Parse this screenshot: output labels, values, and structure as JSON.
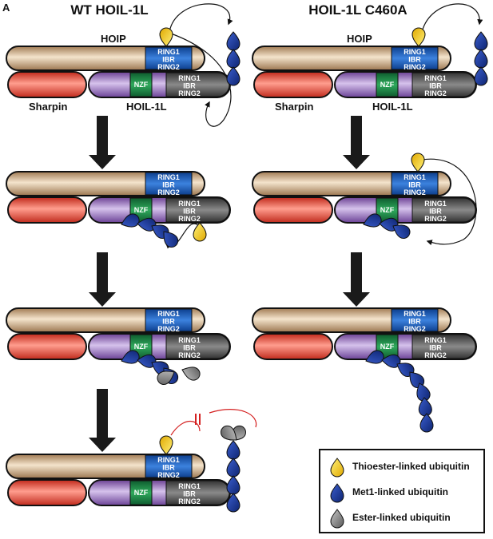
{
  "panel_letter": "A",
  "columns": {
    "wt": {
      "title": "WT HOIL-1L"
    },
    "mutant": {
      "title": "HOIL-1L C460A"
    }
  },
  "proteins": {
    "hoip": "HOIP",
    "sharpin": "Sharpin",
    "hoil": "HOIL-1L",
    "nzf": "NZF",
    "rbr": [
      "RING1",
      "IBR",
      "RING2"
    ]
  },
  "legend": {
    "thioester": "Thioester-linked ubiquitin",
    "met1": "Met1-linked ubiquitin",
    "ester": "Ester-linked ubiquitin"
  },
  "colors": {
    "hoip": "#d2b48c",
    "sharpin": "#e8412c",
    "hoil": "#8e62b8",
    "nzf": "#1e8a4a",
    "hoip_rbr": "#1a5db8",
    "hoil_rbr": "#555555",
    "thioester_ub": "#f5cf1a",
    "met1_ub": "#1a3a9c",
    "ester_ub": "#8c8c8c",
    "inhibition": "#d42020"
  }
}
